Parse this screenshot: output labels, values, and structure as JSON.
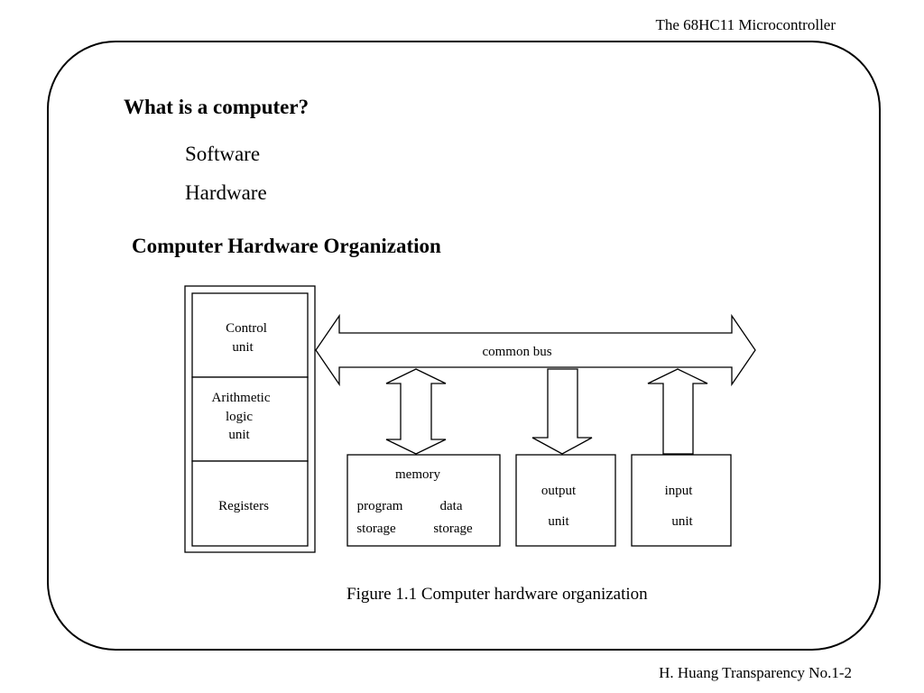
{
  "header": {
    "title": "The 68HC11 Microcontroller"
  },
  "footer": {
    "credit": "H. Huang Transparency No.1-2"
  },
  "slide": {
    "question": "What is a computer?",
    "bullets": [
      "Software",
      "Hardware"
    ],
    "section_heading": "Computer Hardware Organization",
    "caption": "Figure 1.1 Computer hardware organization"
  },
  "diagram": {
    "cpu": {
      "control_unit": [
        "Control",
        "unit"
      ],
      "alu": [
        "Arithmetic",
        "logic",
        "unit"
      ],
      "registers": "Registers"
    },
    "bus_label": "common bus",
    "memory": {
      "title": "memory",
      "program": [
        "program",
        "storage"
      ],
      "data": [
        "data",
        "storage"
      ]
    },
    "output": [
      "output",
      "unit"
    ],
    "input": [
      "input",
      "unit"
    ],
    "arrows": [
      {
        "connects": "memory",
        "direction": "bidirectional"
      },
      {
        "connects": "output",
        "direction": "bus-to-unit"
      },
      {
        "connects": "input",
        "direction": "unit-to-bus"
      }
    ]
  },
  "colors": {
    "ink": "#000000",
    "background": "#ffffff"
  }
}
